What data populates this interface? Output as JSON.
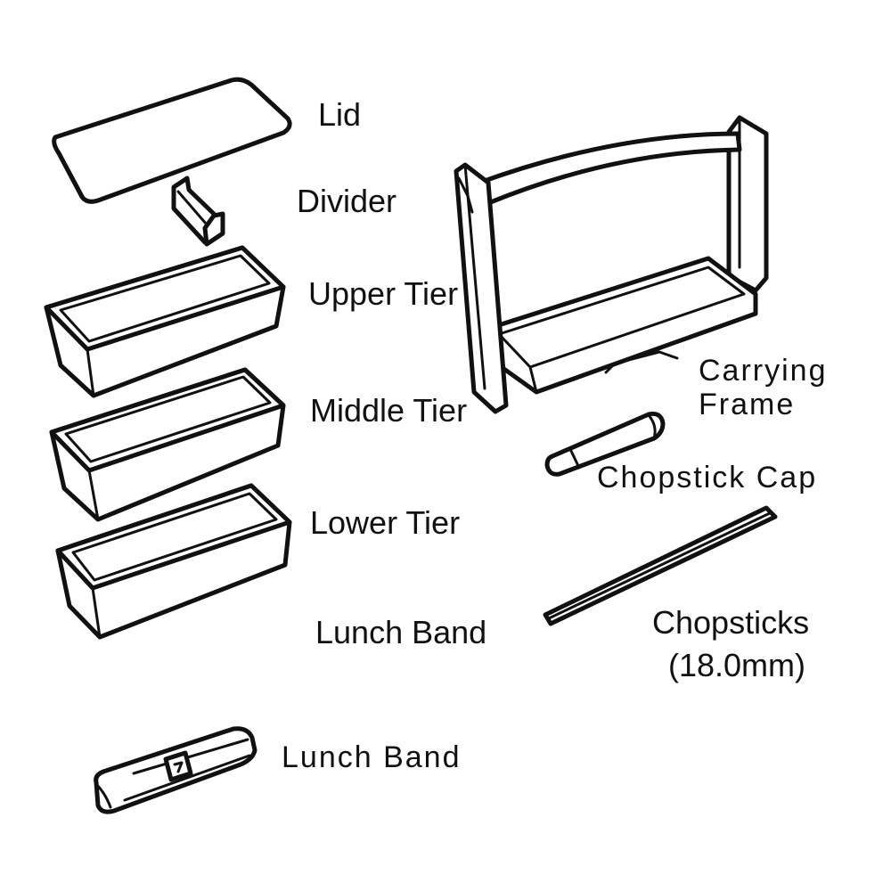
{
  "labels": {
    "lid": "Lid",
    "divider": "Divider",
    "upper_tier": "Upper Tier",
    "middle_tier": "Middle Tier",
    "lower_tier": "Lower Tier",
    "lunch_band_1": "Lunch Band",
    "lunch_band_2": "Lunch Band",
    "carrying_frame_line1": "Carrying",
    "carrying_frame_line2": "Frame",
    "chopstick_cap": "Chopstick Cap",
    "chopsticks_line1": "Chopsticks",
    "chopsticks_line2": "(18.0mm)"
  },
  "colors": {
    "ink": "#111111",
    "paper": "#ffffff"
  },
  "icons": {
    "band_buckle": "buckle-icon"
  }
}
